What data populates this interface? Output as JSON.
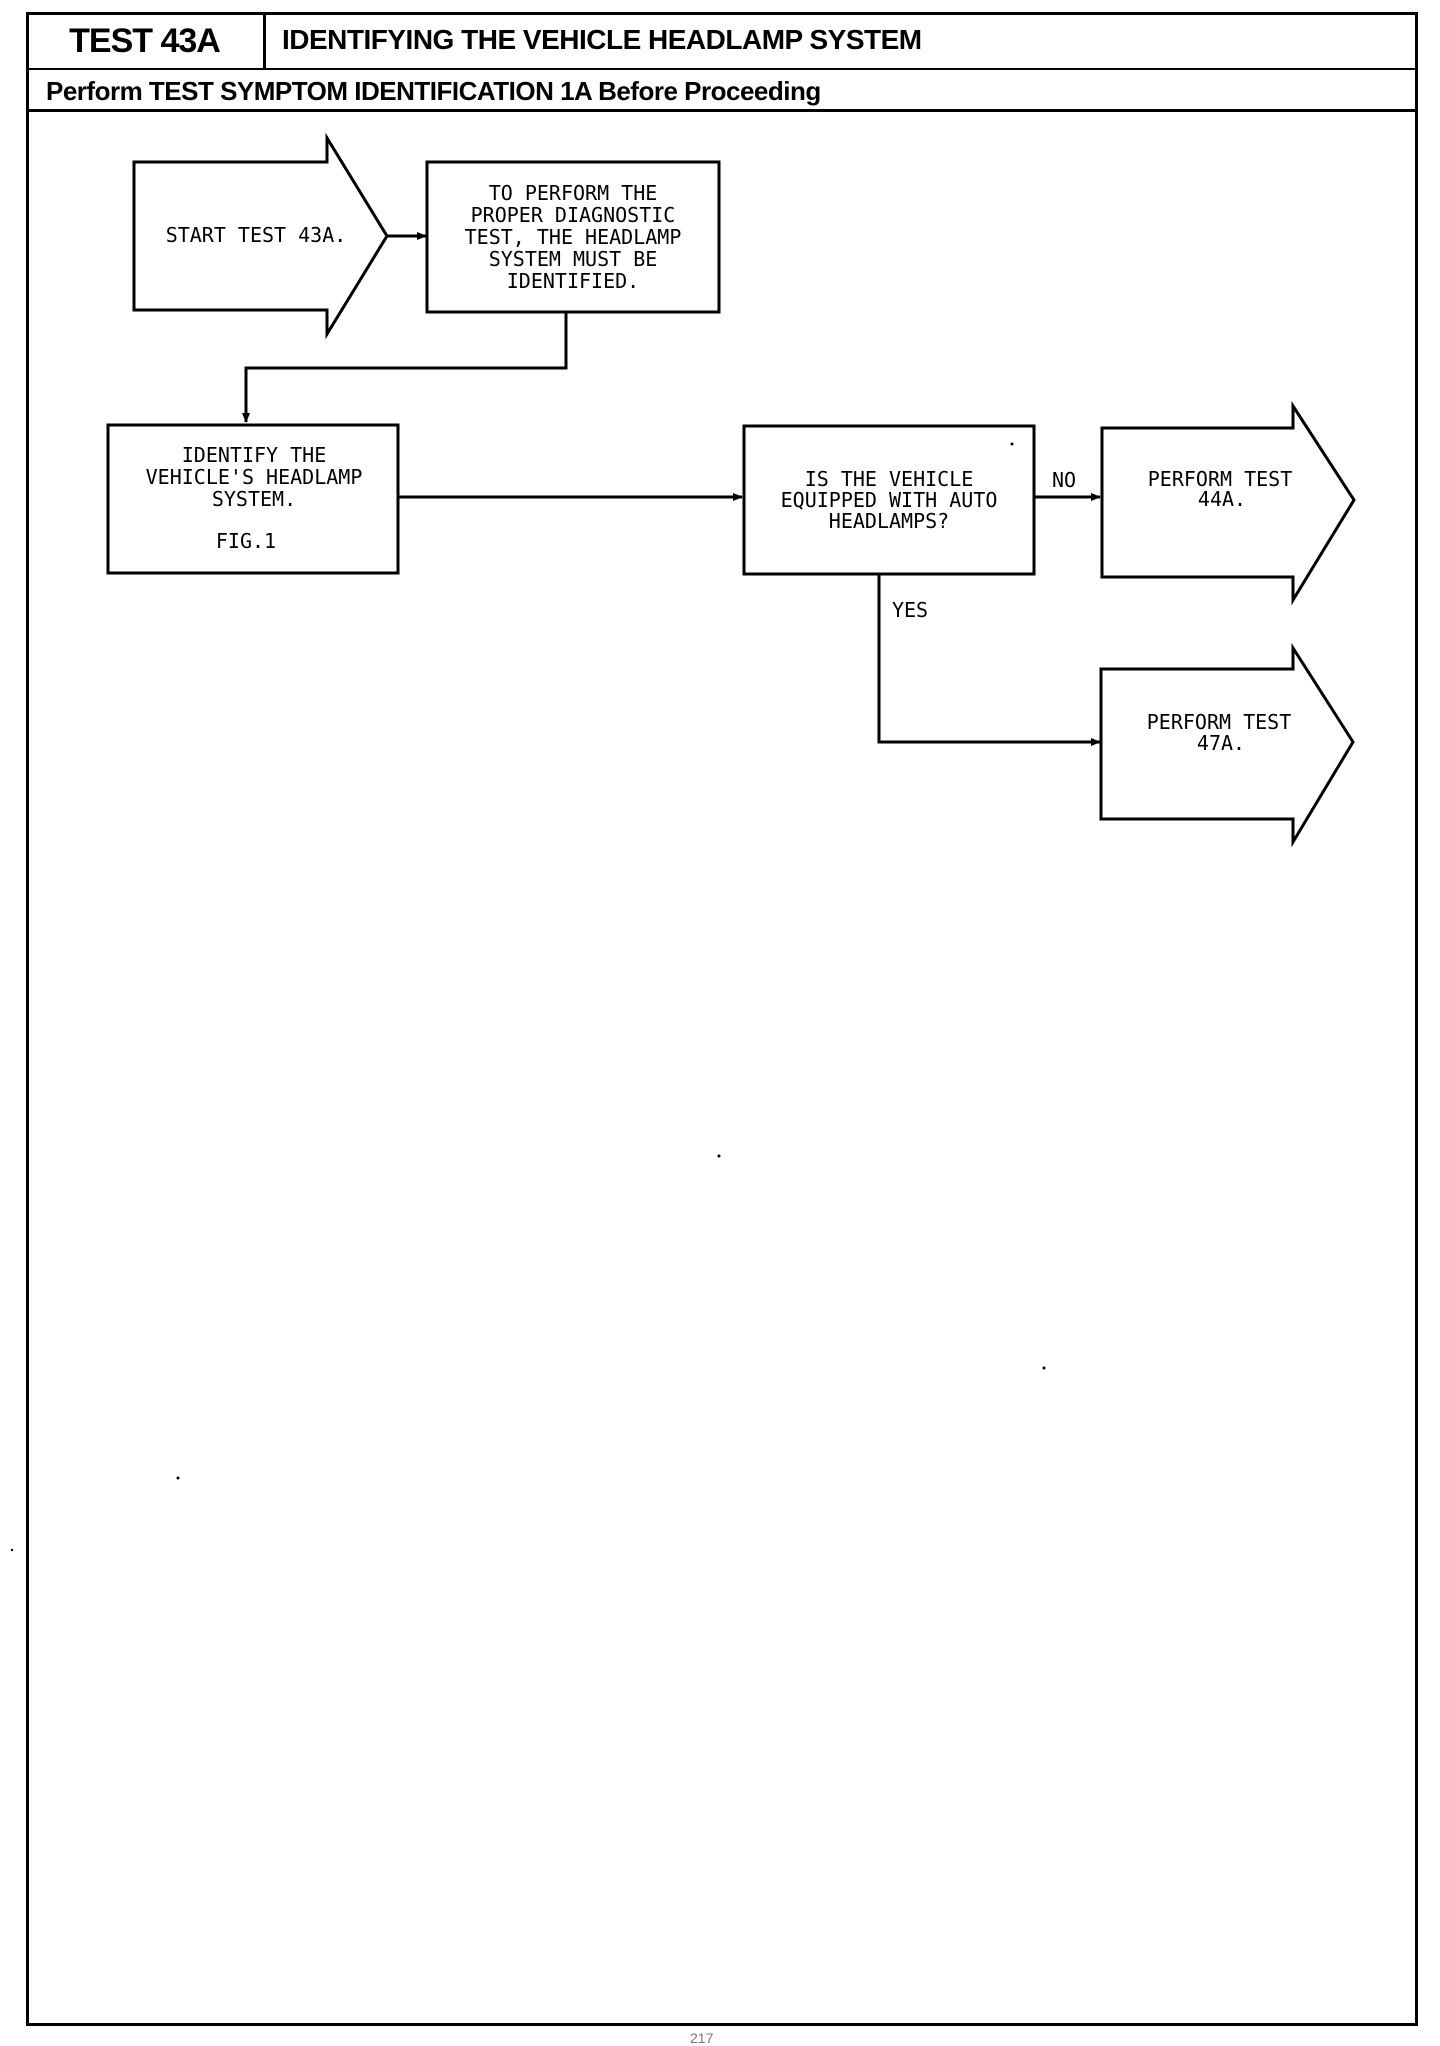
{
  "header": {
    "test_id": "TEST 43A",
    "title": "IDENTIFYING THE VEHICLE HEADLAMP SYSTEM",
    "prerequisite": "Perform TEST SYMPTOM IDENTIFICATION 1A Before Proceeding"
  },
  "flow": {
    "start": {
      "label": "START TEST 43A."
    },
    "intro": {
      "lines": [
        "TO PERFORM THE",
        "PROPER DIAGNOSTIC",
        "TEST, THE HEADLAMP",
        "SYSTEM MUST BE",
        "IDENTIFIED."
      ]
    },
    "identify": {
      "lines": [
        "IDENTIFY THE",
        "VEHICLE'S HEADLAMP",
        "SYSTEM."
      ],
      "ref": "FIG.1"
    },
    "decision": {
      "lines": [
        "IS THE VEHICLE",
        "EQUIPPED WITH AUTO",
        "HEADLAMPS?"
      ]
    },
    "no_label": "NO",
    "yes_label": "YES",
    "end_no": {
      "lines": [
        "PERFORM TEST",
        "44A."
      ]
    },
    "end_yes": {
      "lines": [
        "PERFORM TEST",
        "47A."
      ]
    }
  },
  "footer": {
    "page": "217"
  }
}
